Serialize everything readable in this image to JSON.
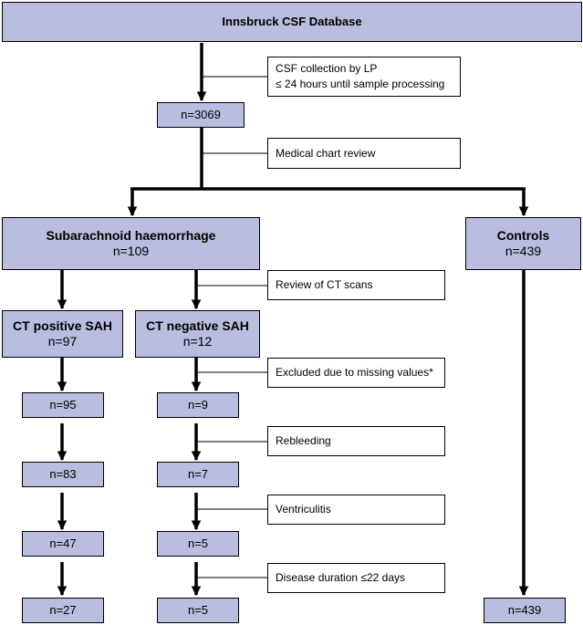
{
  "top": {
    "title": "Innsbruck CSF Database"
  },
  "n_total": "n=3069",
  "notes": {
    "csf_line1": "CSF collection by LP",
    "csf_line2": "≤ 24 hours until sample processing",
    "chart_review": "Medical chart review",
    "ct_review": "Review of CT scans",
    "excluded": "Excluded due to missing values*",
    "rebleeding": "Rebleeding",
    "ventriculitis": "Ventriculitis",
    "duration": "Disease duration ≤22 days"
  },
  "sah": {
    "title": "Subarachnoid haemorrhage",
    "n": "n=109"
  },
  "controls": {
    "title": "Controls",
    "n": "n=439",
    "final": "n=439"
  },
  "ct_positive": {
    "title": "CT positive SAH",
    "n": "n=97",
    "steps": [
      "n=95",
      "n=83",
      "n=47",
      "n=27"
    ]
  },
  "ct_negative": {
    "title": "CT negative SAH",
    "n": "n=12",
    "steps": [
      "n=9",
      "n=7",
      "n=5",
      "n=5"
    ]
  },
  "colors": {
    "box_fill": "#b9bddf",
    "border": "#000000"
  }
}
